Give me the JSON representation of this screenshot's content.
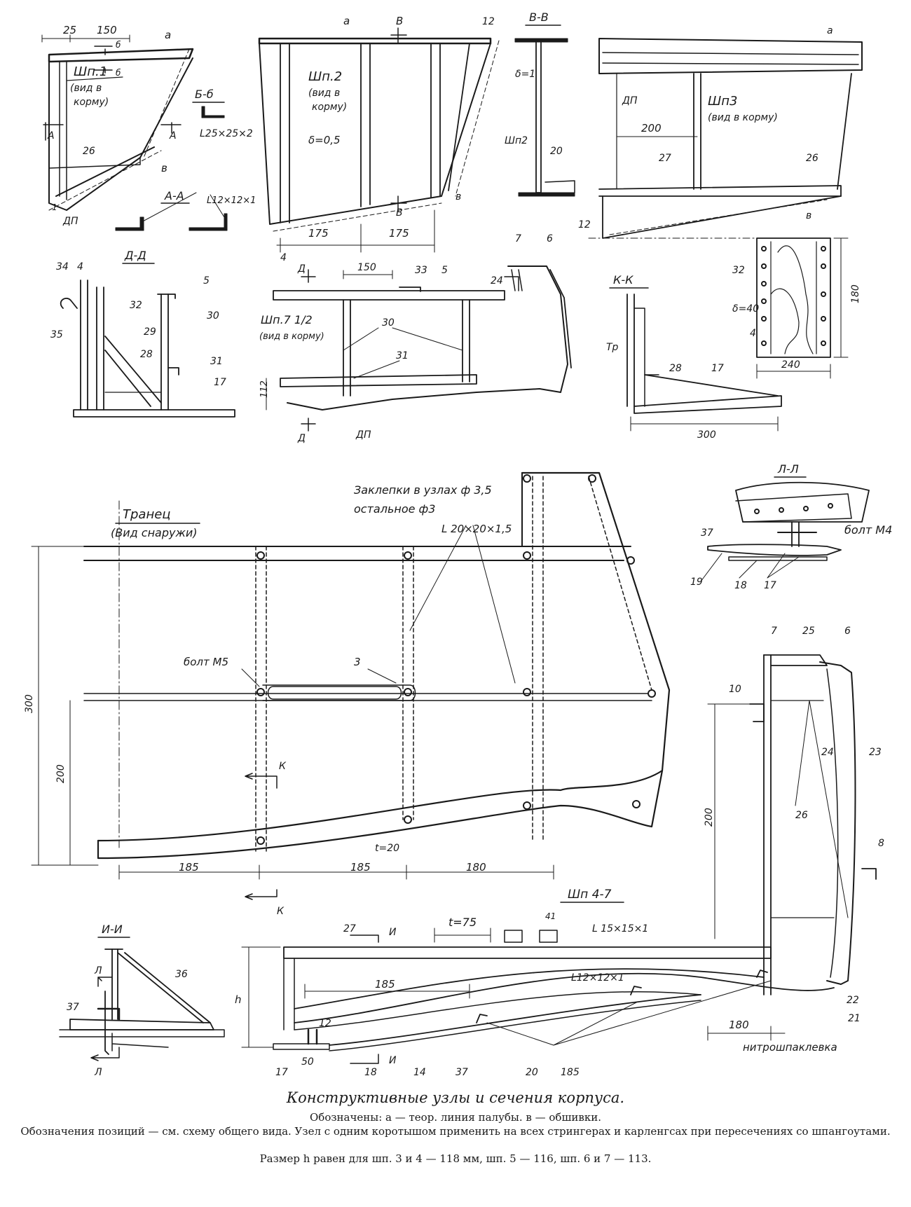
{
  "labels": {
    "shp1_title": "Шп.1",
    "shp1_sub1": "(вид в",
    "shp1_sub2": "корму)",
    "dim_25": "25",
    "dim_150a": "150",
    "mark_a": "а",
    "mark_b": "в",
    "mark_6": "б",
    "mark_A": "А",
    "n26": "26",
    "dp": "ДП",
    "n1": "1",
    "sec_b6": "Б-б",
    "angle_25": "L25×25×2",
    "sec_aa": "А-А",
    "angle_12a": "L12×12×1",
    "mark_B": "В",
    "mark_12": "12",
    "shp2_title": "Шп.2",
    "shp2_sub1": "(вид в",
    "shp2_sub2": "корму)",
    "delta05": "δ=0,5",
    "dim_175a": "175",
    "dim_175b": "175",
    "mark_4": "4",
    "sec_bg": "В-В",
    "delta1": "δ=1",
    "shp2_label": "Шп2",
    "n20": "20",
    "shp3_title": "Шп3",
    "shp3_sub": "(вид в корму)",
    "dim_200a": "200",
    "n27": "27",
    "sec_dd": "Д-Д",
    "n34": "34",
    "n4": "4",
    "n5": "5",
    "n32": "32",
    "n30": "30",
    "n29": "29",
    "n35": "35",
    "n28": "28",
    "n31": "31",
    "n17": "17",
    "mark_D": "Д",
    "dim_150b": "150",
    "n33": "33",
    "n7": "7",
    "n6": "6",
    "n24": "24",
    "shp712_title": "Шп.7 1/2",
    "shp712_sub": "(вид в корму)",
    "dim_112": "112",
    "sec_kk": "К-К",
    "tp": "Тр",
    "dim_300a": "300",
    "delta40": "δ=40",
    "dim_180a": "180",
    "dim_240": "240",
    "rivets1": "Заклепки в узлах ф 3,5",
    "rivets2": "остальное ф3",
    "angle_20": "L 20×20×1,5",
    "tranec_title": "Транец",
    "tranec_sub": "(Вид снаружи)",
    "bolt_m5": "болт М5",
    "n3": "3",
    "dim_300b": "300",
    "dim_200b": "200",
    "mark_K": "К",
    "t20": "t=20",
    "dim_185a": "185",
    "dim_185b": "185",
    "dim_180b": "180",
    "sec_ll": "Л-Л",
    "n37": "37",
    "bolt_m4": "болт М4",
    "n19": "19",
    "n18": "18",
    "n25": "25",
    "n10": "10",
    "n23": "23",
    "n26b": "26",
    "n8": "8",
    "dim_200c": "200",
    "shp47": "Шп 4-7",
    "t75": "t=75",
    "n41": "41",
    "angle_15": "L 15×15×1",
    "sec_ii": "И-И",
    "n36": "36",
    "mark_L": "Л",
    "mark_I": "И",
    "dim_h": "h",
    "dim_185c": "185",
    "angle_12b": "L12×12×1",
    "dim_12b": "12",
    "dim_180c": "180",
    "n22": "22",
    "n21": "21",
    "nitro": "нитрошпаклевка",
    "dim_50": "50",
    "n14": "14",
    "dim_185d": "185",
    "n27b": "27"
  },
  "caption": {
    "title": "Конструктивные узлы и сечения корпуса.",
    "line1": "Обозначены: а — теор. линия палубы. в — обшивки.",
    "line2": "Обозначения позиций — см. схему общего вида. Узел с одним коротышом применить на всех стрингерах и карленгсах при пересечениях со шпангоутами.",
    "line3": "Размер h равен для шп. 3 и 4 — 118 мм, шп. 5 — 116, шп. 6 и 7 — 113."
  }
}
